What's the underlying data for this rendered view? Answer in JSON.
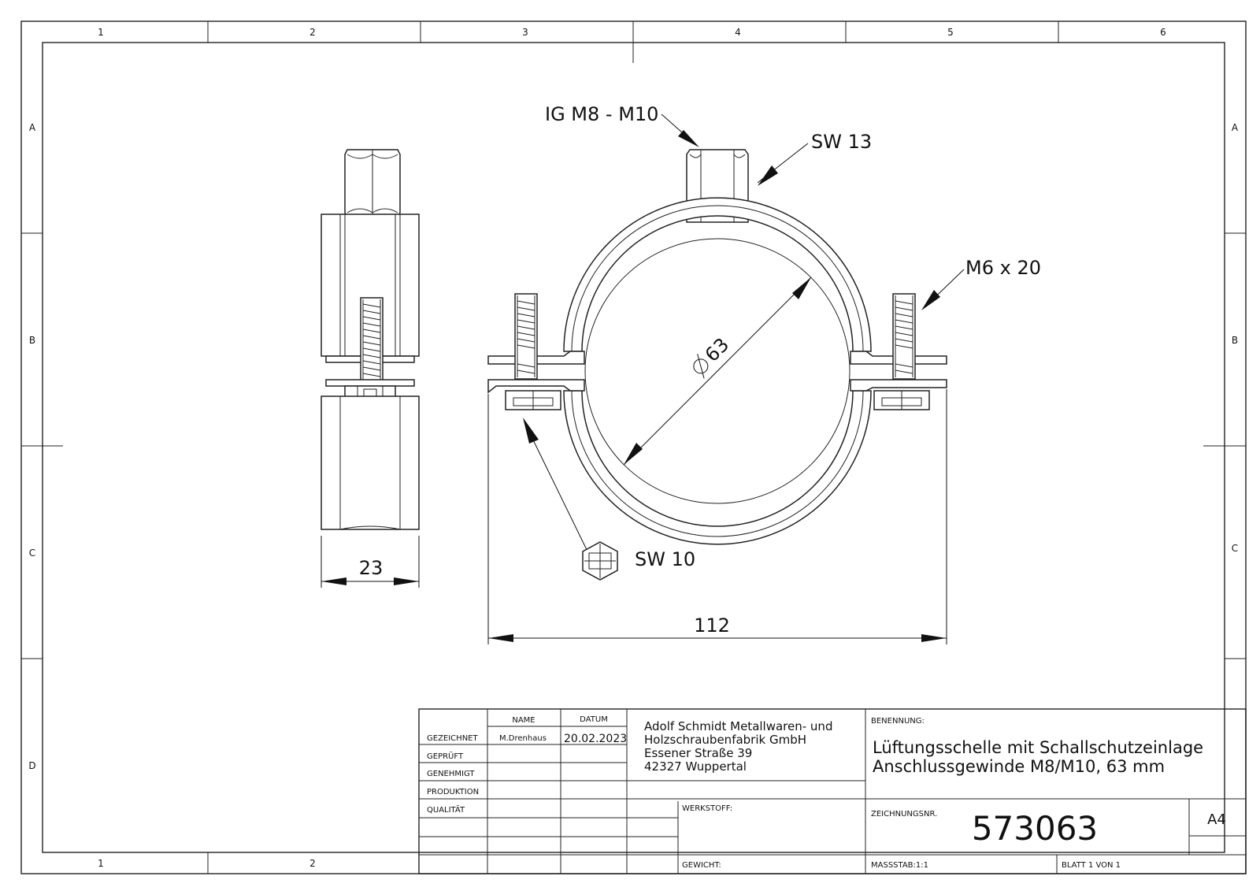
{
  "frame": {
    "zones_columns": [
      "1",
      "2",
      "3",
      "4",
      "5",
      "6"
    ],
    "zones_rows": [
      "A",
      "B",
      "C",
      "D"
    ]
  },
  "callouts": {
    "ig": "IG M8 - M10",
    "sw13": "SW 13",
    "m6": "M6 x 20",
    "sw10": "SW 10",
    "diameter": "63"
  },
  "dimensions": {
    "width_side": "23",
    "width_front": "112"
  },
  "title_block": {
    "header_name": "NAME",
    "header_date": "DATUM",
    "roles": [
      "GEZEICHNET",
      "GEPRÜFT",
      "GENEHMIGT",
      "PRODUKTION",
      "QUALITÄT"
    ],
    "drawn_by": "M.Drenhaus",
    "drawn_date": "20.02.2023",
    "company_line1": "Adolf Schmidt Metallwaren- und",
    "company_line2": "Holzschraubenfabrik GmbH",
    "company_line3": "Essener Straße 39",
    "company_line4": "42327 Wuppertal",
    "benennung_label": "BENENNUNG:",
    "title_line1": "Lüftungsschelle mit Schallschutzeinlage",
    "title_line2": "Anschlussgewinde M8/M10, 63 mm",
    "werkstoff_label": "WERKSTOFF:",
    "zeichnungsnr_label": "ZEICHNUNGSNR.",
    "zeichnungsnr": "573063",
    "format": "A4",
    "gewicht_label": "GEWICHT:",
    "massstab": "MASSSTAB:1:1",
    "blatt": "BLATT 1 VON 1"
  }
}
